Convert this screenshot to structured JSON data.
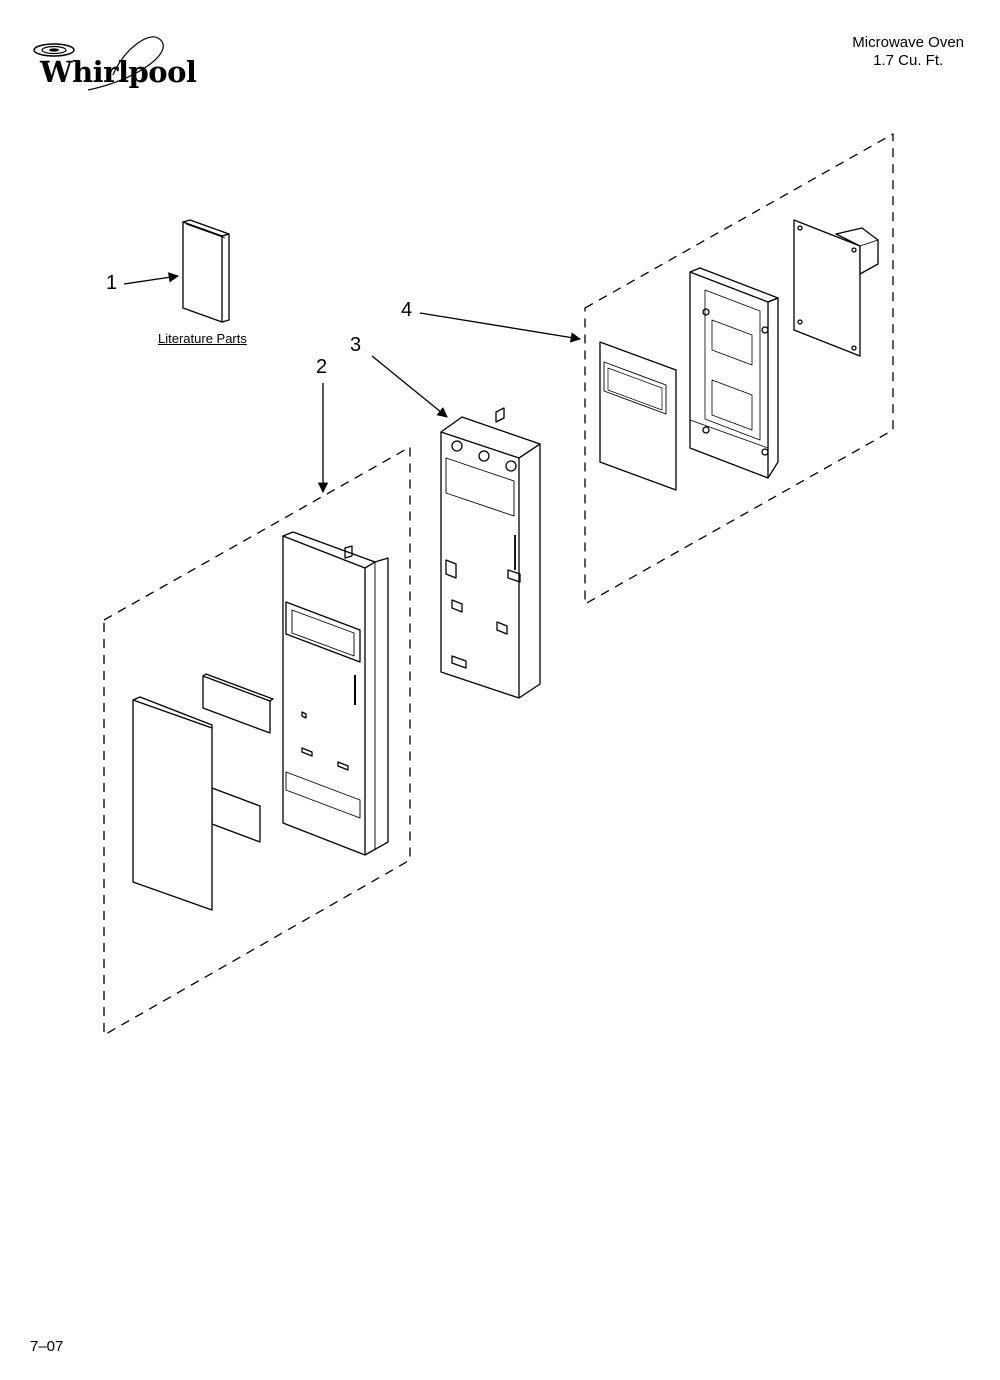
{
  "brand": {
    "logo_text": "Whirlpool"
  },
  "header": {
    "product_line1": "Microwave Oven",
    "product_line2": "1.7 Cu. Ft."
  },
  "callouts": [
    "1",
    "2",
    "3",
    "4"
  ],
  "literature_label": "Literature Parts",
  "footer": {
    "code": "7–07"
  }
}
